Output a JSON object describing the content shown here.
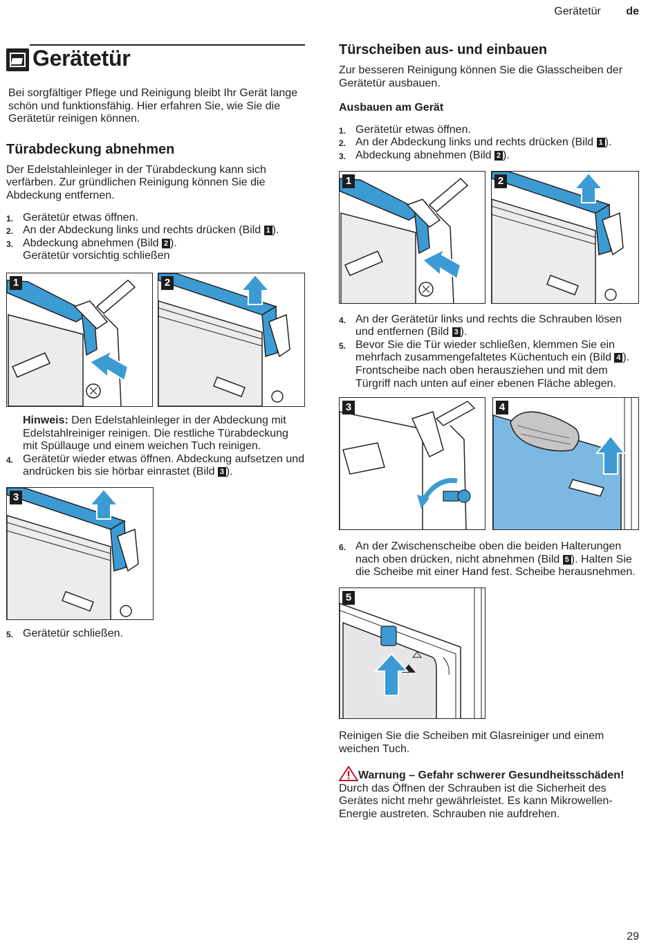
{
  "header": {
    "section": "Gerätetür",
    "lang": "de"
  },
  "page_number": "29",
  "left": {
    "title": "Gerätetür",
    "intro": "Bei sorgfältiger Pflege und Reinigung bleibt Ihr Gerät lange schön und funktionsfähig. Hier erfahren Sie, wie Sie die Gerätetür reinigen können.",
    "section_title": "Türabdeckung abnehmen",
    "section_intro": "Der Edelstahleinleger in der Türabdeckung kann sich verfärben. Zur gründlichen Reinigung können Sie die Abdeckung entfernen.",
    "steps": [
      {
        "num": "1.",
        "text": "Gerätetür etwas öffnen."
      },
      {
        "num": "2.",
        "pre": "An der Abdeckung links und rechts drücken (Bild ",
        "fig": "1",
        "post": ")."
      },
      {
        "num": "3.",
        "pre": "Abdeckung abnehmen (Bild ",
        "fig": "2",
        "post": ").",
        "extra": "Gerätetür vorsichtig schließen"
      },
      {
        "num": "4.",
        "pre": "Gerätetür wieder etwas öffnen. Abdeckung aufsetzen und andrücken bis sie hörbar einrastet (Bild ",
        "fig": "3",
        "post": ")."
      },
      {
        "num": "5.",
        "text": "Gerätetür schließen."
      }
    ],
    "hint_label": "Hinweis:",
    "hint_text": " Den Edelstahleinleger in der Abdeckung mit Edelstahlreiniger reinigen. Die restliche Türabdeckung mit Spüllauge und einem weichen Tuch reinigen.",
    "figs": [
      "1",
      "2",
      "3"
    ]
  },
  "right": {
    "section_title": "Türscheiben aus- und einbauen",
    "section_intro": "Zur besseren Reinigung können Sie die Glasscheiben der Gerätetür ausbauen.",
    "sub_title": "Ausbauen am Gerät",
    "steps": [
      {
        "num": "1.",
        "text": "Gerätetür etwas öffnen."
      },
      {
        "num": "2.",
        "pre": "An der Abdeckung links und rechts drücken (Bild ",
        "fig": "1",
        "post": ")."
      },
      {
        "num": "3.",
        "pre": "Abdeckung abnehmen (Bild ",
        "fig": "2",
        "post": ")."
      },
      {
        "num": "4.",
        "pre": "An der Gerätetür links und rechts die Schrauben lösen und entfernen (Bild ",
        "fig": "3",
        "post": ")."
      },
      {
        "num": "5.",
        "pre": "Bevor Sie die Tür wieder schließen, klemmen Sie ein mehrfach zusammengefaltetes Küchentuch ein (Bild ",
        "fig": "4",
        "post": ").",
        "extra": "Frontscheibe nach oben herausziehen und mit dem Türgriff nach unten auf einer ebenen Fläche ablegen."
      },
      {
        "num": "6.",
        "pre": "An der Zwischenscheibe oben die beiden Halterungen nach oben drücken, nicht abnehmen (Bild ",
        "fig": "5",
        "post": "). Halten Sie die Scheibe mit einer Hand fest. Scheibe herausnehmen."
      }
    ],
    "cleaning_text": "Reinigen Sie die Scheiben mit Glasreiniger und einem weichen Tuch.",
    "warning_title": "Warnung – Gefahr schwerer Gesundheitsschäden!",
    "warning_text": "Durch das Öffnen der Schrauben ist die Sicherheit des Gerätes nicht mehr gewährleistet. Es kann Mikrowellen-Energie austreten. Schrauben nie aufdrehen.",
    "figs": [
      "1",
      "2",
      "3",
      "4",
      "5"
    ]
  },
  "colors": {
    "accent_blue": "#3d9bd3",
    "glass_blue": "#7cb9e2",
    "text": "#222222"
  }
}
